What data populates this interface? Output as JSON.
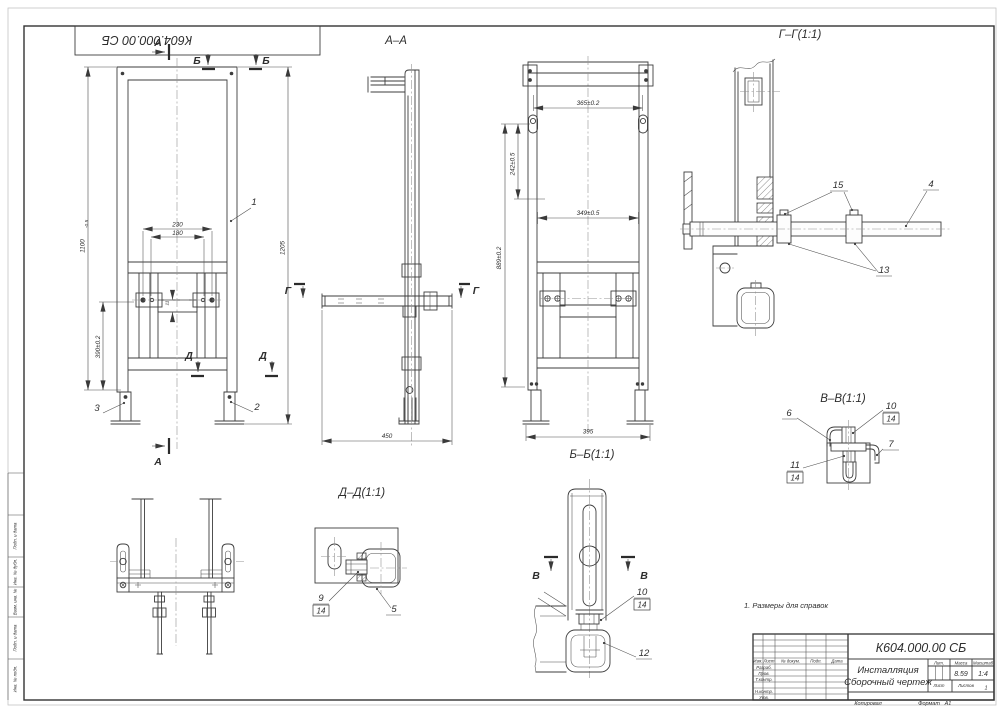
{
  "sheet": {
    "top_stamp": "К604.000.00 СБ",
    "note": "1. Размеры для справок",
    "copied": "Копировал",
    "format_label": "Формат",
    "format_value": "А1",
    "margin_cells": [
      "Подп. и дата",
      "Инв. № дубл.",
      "Взам. инв. №",
      "Подп. и дата",
      "Инв. № подл."
    ]
  },
  "views": {
    "front": {
      "mark_a_top": "А",
      "mark_a_bottom": "А",
      "mark_b1": "Б",
      "mark_b2": "Б",
      "mark_d1": "Д",
      "mark_d2": "Д",
      "dim_230": "230",
      "dim_180": "180",
      "dim_11": "11",
      "dim_1100": "1100",
      "dim_1100_tol": "-0.5",
      "dim_390": "390±0.2",
      "dim_1205": "1205",
      "pos_1": "1",
      "pos_2": "2",
      "pos_3": "3"
    },
    "section_aa": {
      "caption": "А–А",
      "mark_g1": "Г",
      "mark_g2": "Г",
      "dim_450": "450"
    },
    "section_bb": {
      "caption": "Б–Б(1:1)",
      "dim_365": "365±0.2",
      "dim_242": "242±0.5",
      "dim_889": "889±0.2",
      "dim_349": "349±0.5",
      "dim_395": "395"
    },
    "section_gg": {
      "caption": "Г–Г(1:1)",
      "pos_15": "15",
      "pos_4": "4",
      "pos_13": "13"
    },
    "section_vv": {
      "caption": "В–В(1:1)",
      "pos_6": "6",
      "pos_10": "10",
      "pos_14a": "14",
      "pos_7": "7",
      "pos_11": "11",
      "pos_14b": "14"
    },
    "section_dd": {
      "caption": "Д–Д(1:1)",
      "pos_9": "9",
      "pos_14": "14",
      "pos_5": "5"
    },
    "leg_detail": {
      "mark_v1": "В",
      "mark_v2": "В",
      "pos_10": "10",
      "pos_14": "14",
      "pos_12": "12"
    }
  },
  "title_block": {
    "designation": "К604.000.00 СБ",
    "name_line1": "Инсталляция",
    "name_line2": "Сборочный чертеж",
    "col_izm": "Изм.",
    "col_list": "Лист",
    "col_doc": "№ докум.",
    "col_sign": "Подп.",
    "col_date": "Дата",
    "row_razrab": "Разраб.",
    "row_prov": "Пров.",
    "row_tkontr": "Т.контр.",
    "row_nkontr": "Н.контр.",
    "row_utv": "Утв.",
    "lit_label": "Лит.",
    "mass_label": "Масса",
    "scale_label": "Масштаб",
    "mass_value": "8.59",
    "scale_value": "1:4",
    "sheet_label": "Лист",
    "sheets_label": "Листов",
    "sheets_value": "1"
  }
}
